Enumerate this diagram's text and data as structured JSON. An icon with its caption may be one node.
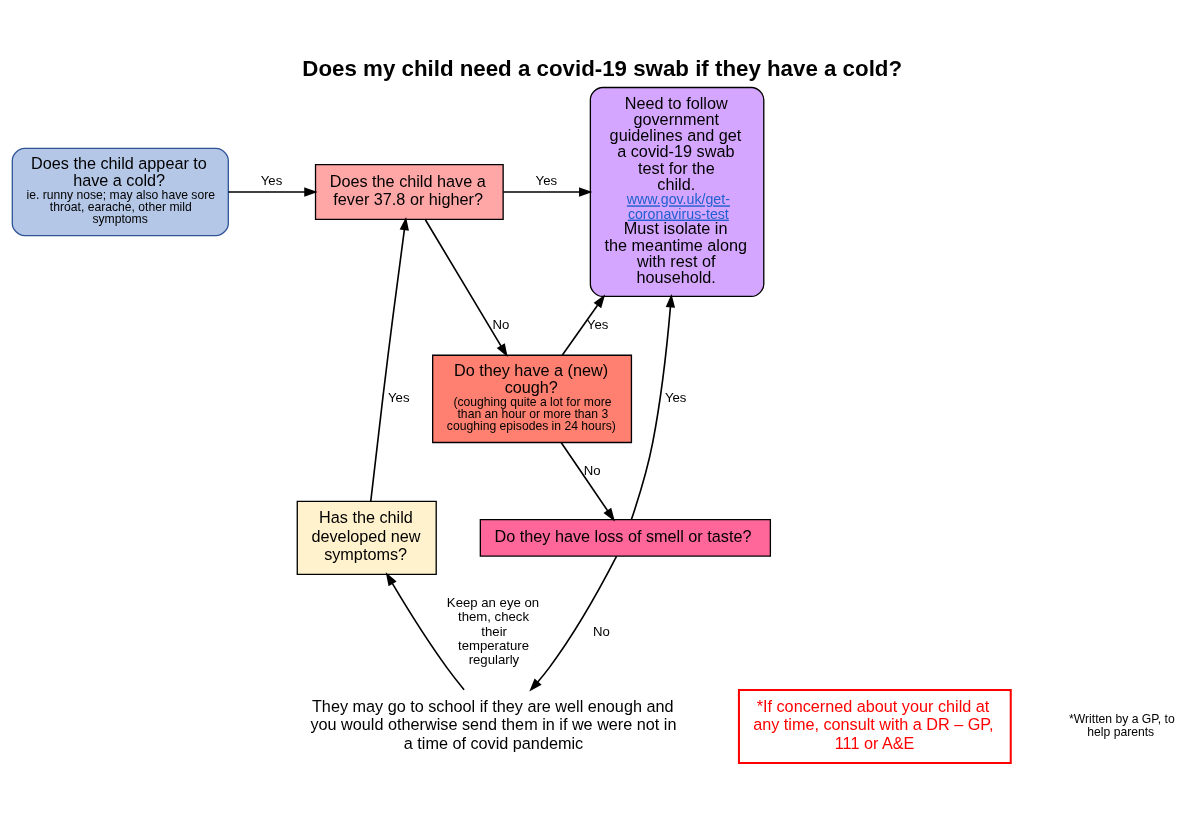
{
  "diagram": {
    "title": "Does my child need a covid-19 swab if they have a cold?",
    "nodes": [
      {
        "text": [
          "Does the child appear to have a cold?",
          "ie. runny nose; may also have sore throat, earache, other mild symptoms"
        ]
      },
      {
        "text": [
          "Does the child have a fever 37.8 or higher?"
        ]
      },
      {
        "text": [
          "Need to follow government guidelines and get a covid-19 swab test for the child.",
          "www.gov.uk/get-coronavirus-test",
          "Must isolate in the meantime along with rest of household."
        ]
      },
      {
        "text": [
          "Do they have a (new) cough?",
          "(coughing quite a lot for more than an hour or more than 3 coughing episodes in 24 hours)"
        ]
      },
      {
        "text": [
          "Has the child developed new symptoms?"
        ]
      },
      {
        "text": [
          "Do they have loss of smell or taste?"
        ]
      },
      {
        "text": [
          "They may go to school if they are well enough and you would otherwise send them in if we were not in a time of covid pandemic"
        ]
      },
      {
        "text": [
          "*If concerned about your child at any time, consult with a DR – GP, 111 or A&E"
        ]
      }
    ],
    "edges": [
      {
        "from": 0,
        "to": 1,
        "arrow": "to",
        "label": "Yes"
      },
      {
        "from": 1,
        "to": 2,
        "arrow": "to",
        "label": "Yes"
      },
      {
        "from": 1,
        "to": 3,
        "arrow": "to",
        "label": "No"
      },
      {
        "from": 3,
        "to": 2,
        "arrow": "to",
        "label": "Yes"
      },
      {
        "from": 4,
        "to": 1,
        "arrow": "to",
        "label": "Yes"
      },
      {
        "from": 3,
        "to": 5,
        "arrow": "to",
        "label": "No"
      },
      {
        "from": 5,
        "to": 2,
        "arrow": "to",
        "label": "Yes"
      },
      {
        "from": 5,
        "to": 6,
        "arrow": "to",
        "label": "No"
      },
      {
        "from": 6,
        "to": 4,
        "arrow": "to",
        "label": "Keep an eye on them, check their temperature regularly"
      }
    ],
    "labels": [
      "*Written by a GP, to help parents"
    ]
  }
}
